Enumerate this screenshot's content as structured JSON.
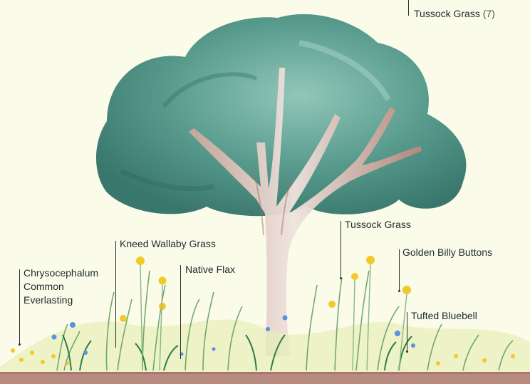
{
  "labels": {
    "tussock_top": {
      "name": "Tussock Grass",
      "count": "(7)"
    },
    "tussock_mid": "Tussock Grass",
    "kneed_wallaby": "Kneed Wallaby Grass",
    "golden_billy": "Golden Billy Buttons",
    "native_flax": "Native Flax",
    "chrysocephalum": [
      "Chrysocephalum",
      "Common",
      "Everlasting"
    ],
    "tufted_bluebell": "Tufted Bluebell"
  },
  "colors": {
    "background": "#fbfbea",
    "canopy": "#3f8478",
    "canopy_light": "#8cc4b6",
    "trunk": "#e8d8d2",
    "soil": "#b88a80",
    "grass": "#5d9a5a",
    "flower_yellow": "#f3c92a",
    "flower_blue": "#5b8fe0",
    "text": "#1c2a2a"
  }
}
